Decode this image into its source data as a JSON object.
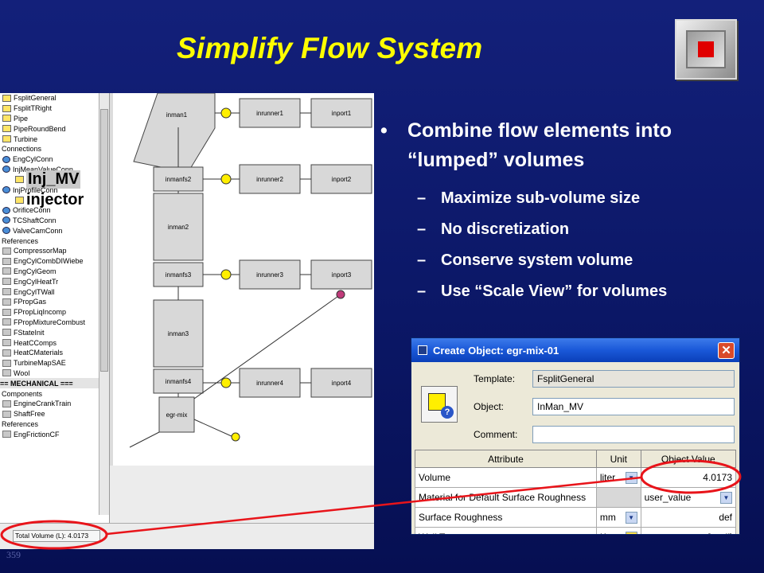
{
  "slide": {
    "title": "Simplify Flow System",
    "bullet": "Combine flow elements into “lumped” volumes",
    "subbullets": [
      "Maximize sub-volume size",
      "No discretization",
      "Conserve system volume",
      "Use “Scale View” for volumes"
    ],
    "page_number": "359",
    "stop_icon": "stop-square-icon"
  },
  "tree": {
    "items": [
      {
        "label": "FsplitGeneral",
        "icon": "yellow"
      },
      {
        "label": "FsplitTRight",
        "icon": "yellow"
      },
      {
        "label": "Pipe",
        "icon": "yellow"
      },
      {
        "label": "PipeRoundBend",
        "icon": "yellow"
      },
      {
        "label": "Turbine",
        "icon": "yellow"
      },
      {
        "label": "Connections",
        "icon": "none"
      },
      {
        "label": "EngCylConn",
        "icon": "blue"
      },
      {
        "label": "InjMeanValueConn",
        "icon": "blue"
      },
      {
        "label": "Inj_MV",
        "icon": "sub"
      },
      {
        "label": "InjProfileConn",
        "icon": "blue"
      },
      {
        "label": "injector",
        "icon": "sub"
      },
      {
        "label": "OrificeConn",
        "icon": "blue"
      },
      {
        "label": "TCShaftConn",
        "icon": "blue"
      },
      {
        "label": "ValveCamConn",
        "icon": "blue"
      },
      {
        "label": "References",
        "icon": "none"
      },
      {
        "label": "CompressorMap",
        "icon": "grey"
      },
      {
        "label": "EngCylCombDIWiebe",
        "icon": "grey"
      },
      {
        "label": "EngCylGeom",
        "icon": "grey"
      },
      {
        "label": "EngCylHeatTr",
        "icon": "grey"
      },
      {
        "label": "EngCylTWall",
        "icon": "grey"
      },
      {
        "label": "FPropGas",
        "icon": "grey"
      },
      {
        "label": "FPropLiqIncomp",
        "icon": "grey"
      },
      {
        "label": "FPropMixtureCombust",
        "icon": "grey"
      },
      {
        "label": "FStateInit",
        "icon": "grey"
      },
      {
        "label": "HeatCComps",
        "icon": "grey"
      },
      {
        "label": "HeatCMaterials",
        "icon": "grey"
      },
      {
        "label": "TurbineMapSAE",
        "icon": "grey"
      },
      {
        "label": "Wool",
        "icon": "grey"
      },
      {
        "label": "== MECHANICAL ===",
        "icon": "mech"
      },
      {
        "label": "Components",
        "icon": "none"
      },
      {
        "label": "EngineCrankTrain",
        "icon": "grey"
      },
      {
        "label": "ShaftFree",
        "icon": "grey"
      },
      {
        "label": "References",
        "icon": "none"
      },
      {
        "label": "EngFrictionCF",
        "icon": "grey"
      }
    ]
  },
  "canvas": {
    "blocks": [
      "inman1",
      "inrunner1",
      "inport1",
      "inmanfs2",
      "inrunner2",
      "inport2",
      "inman2",
      "inmanfs3",
      "inrunner3",
      "inport3",
      "inman3",
      "inmanfs4",
      "inrunner4",
      "inport4",
      "egr-mix"
    ]
  },
  "status": {
    "total_volume": "Total Volume (L): 4.0173"
  },
  "dialog": {
    "title": "Create Object: egr-mix-01",
    "template_label": "Template:",
    "template_value": "FsplitGeneral",
    "object_label": "Object:",
    "object_value": "InMan_MV",
    "comment_label": "Comment:",
    "comment_value": "",
    "columns": [
      "Attribute",
      "Unit",
      "Object Value"
    ],
    "rows": [
      {
        "attribute": "Volume",
        "unit": "liter",
        "value": "4.0173"
      },
      {
        "attribute": "Material for Default Surface Roughness",
        "unit": "",
        "value": "user_value"
      },
      {
        "attribute": "Surface Roughness",
        "unit": "mm",
        "value": "def"
      },
      {
        "attribute": "Wall Temperature",
        "unit": "K",
        "value": "[twall]"
      }
    ]
  }
}
